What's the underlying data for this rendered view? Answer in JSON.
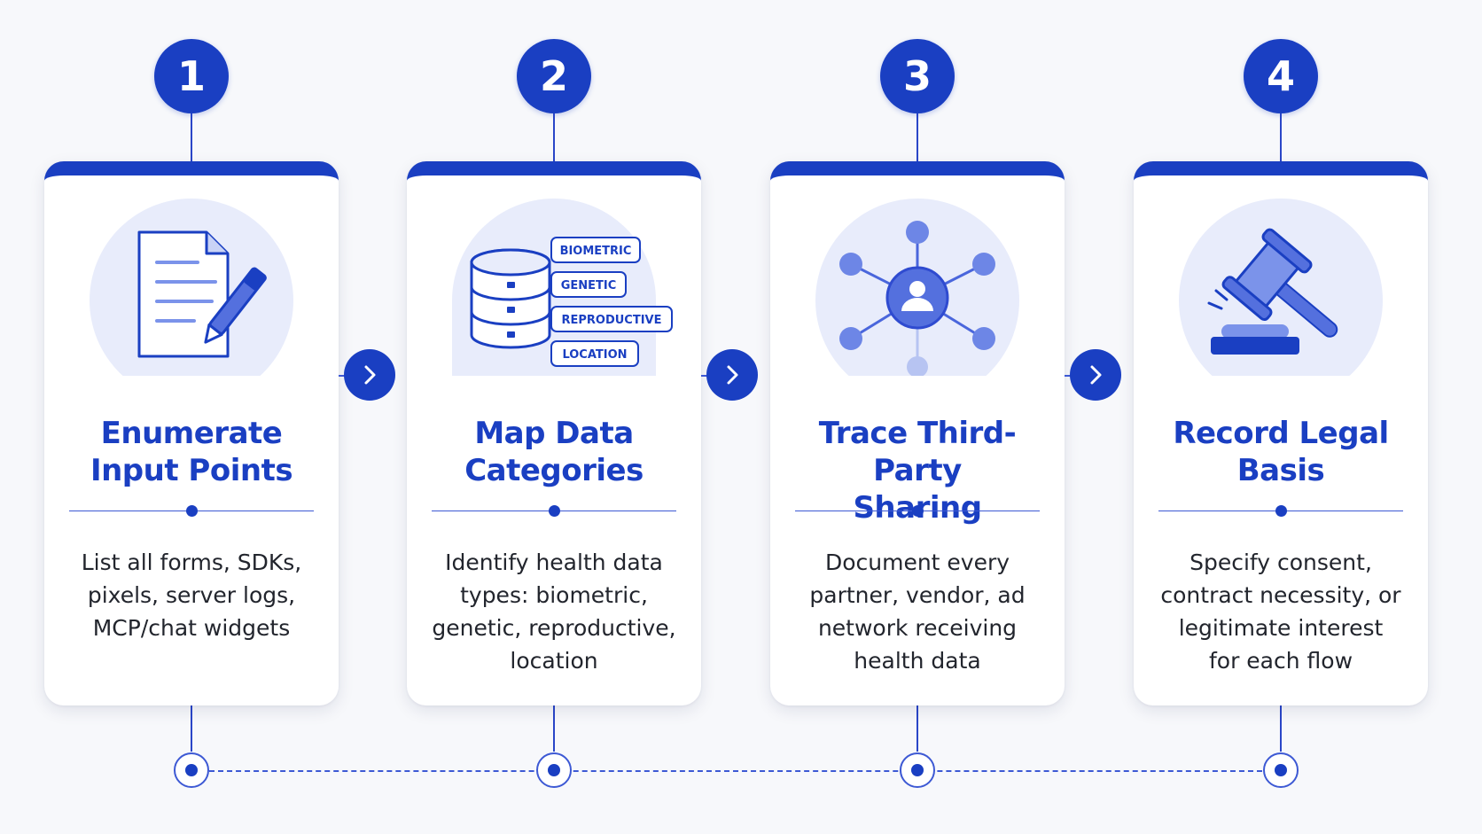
{
  "steps": [
    {
      "number": "1",
      "title_line1": "Enumerate",
      "title_line2": "Input Points",
      "desc_line1": "List all forms, SDKs,",
      "desc_line2": "pixels, server logs,",
      "desc_line3": "MCP/chat widgets",
      "desc_line4": "",
      "icon": "document-edit-icon"
    },
    {
      "number": "2",
      "title_line1": "Map Data",
      "title_line2": "Categories",
      "desc_line1": "Identify health data",
      "desc_line2": "types: biometric,",
      "desc_line3": "genetic, reproductive,",
      "desc_line4": "location",
      "icon": "database-icon",
      "tags": [
        "BIOMETRIC",
        "GENETIC",
        "REPRODUCTIVE",
        "LOCATION"
      ]
    },
    {
      "number": "3",
      "title_line1": "Trace Third-Party",
      "title_line2": "Sharing",
      "desc_line1": "Document every",
      "desc_line2": "partner, vendor, ad",
      "desc_line3": "network receiving",
      "desc_line4": "health data",
      "icon": "network-share-icon"
    },
    {
      "number": "4",
      "title_line1": "Record Legal",
      "title_line2": "Basis",
      "desc_line1": "Specify consent,",
      "desc_line2": "contract necessity, or",
      "desc_line3": "legitimate interest",
      "desc_line4": "for each flow",
      "icon": "gavel-icon"
    }
  ],
  "colors": {
    "primary": "#1a3fc2",
    "accent_light": "#e8ecfb",
    "icon_fill": "#7b93ea",
    "text": "#22252d",
    "background": "#f7f8fb"
  }
}
